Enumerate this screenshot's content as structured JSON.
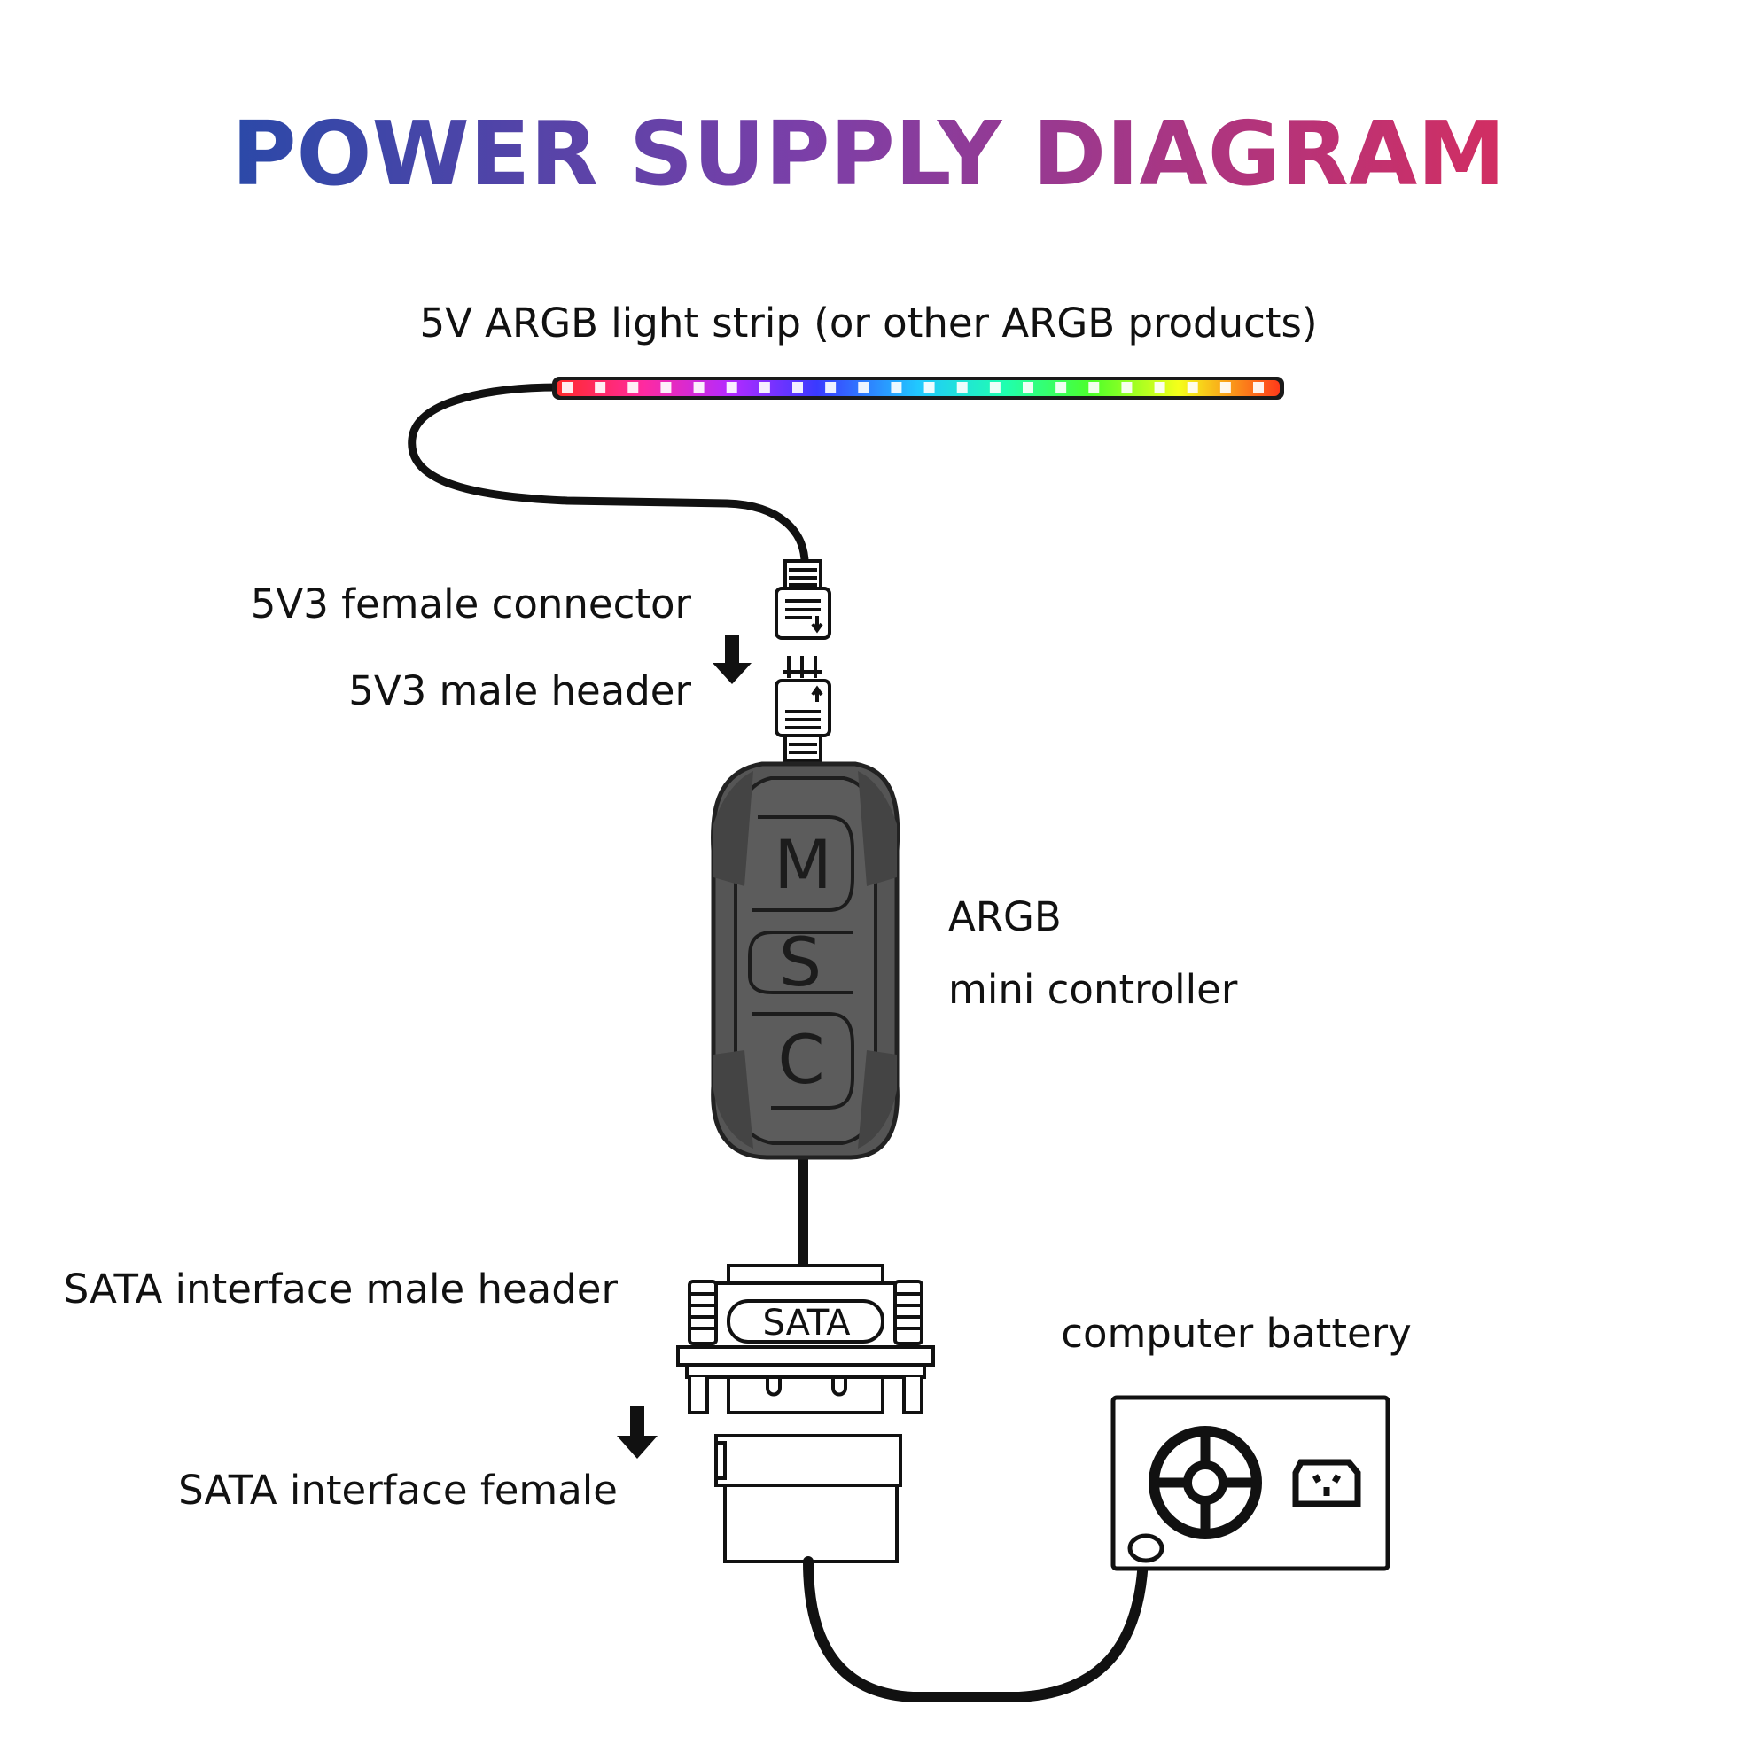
{
  "title": {
    "text": "POWER SUPPLY DIAGRAM",
    "gradient_colors": [
      "#2b49a8",
      "#7b3fa8",
      "#d22e62"
    ]
  },
  "labels": {
    "light_strip": "5V ARGB light strip (or other ARGB products)",
    "female_connector": "5V3 female connector",
    "male_header": "5V3 male header",
    "controller_line1": "ARGB",
    "controller_line2": "mini controller",
    "sata_male_header": "SATA interface male header",
    "sata_female": "SATA interface female",
    "computer_battery": "computer battery"
  },
  "controller": {
    "buttons": [
      "M",
      "S",
      "C"
    ],
    "body_color": "#555555"
  },
  "sata_connector": {
    "badge": "SATA"
  },
  "strip": {
    "led_colors": [
      "#ff3b3b",
      "#ff3f8f",
      "#ff38d2",
      "#e23cff",
      "#a43cff",
      "#6a3cff",
      "#3f4bff",
      "#2f6fff",
      "#2f9bff",
      "#24c6ff",
      "#1fe6ff",
      "#1fffe0",
      "#1fff9a",
      "#35ff5a",
      "#6cff2a",
      "#b0ff1a",
      "#e7ff1a",
      "#fff21a",
      "#ffd31a",
      "#ffa31a",
      "#ff6f1a",
      "#ff4a2a"
    ]
  },
  "icons": [
    "down-arrow-icon",
    "fan-icon",
    "power-socket-icon"
  ]
}
